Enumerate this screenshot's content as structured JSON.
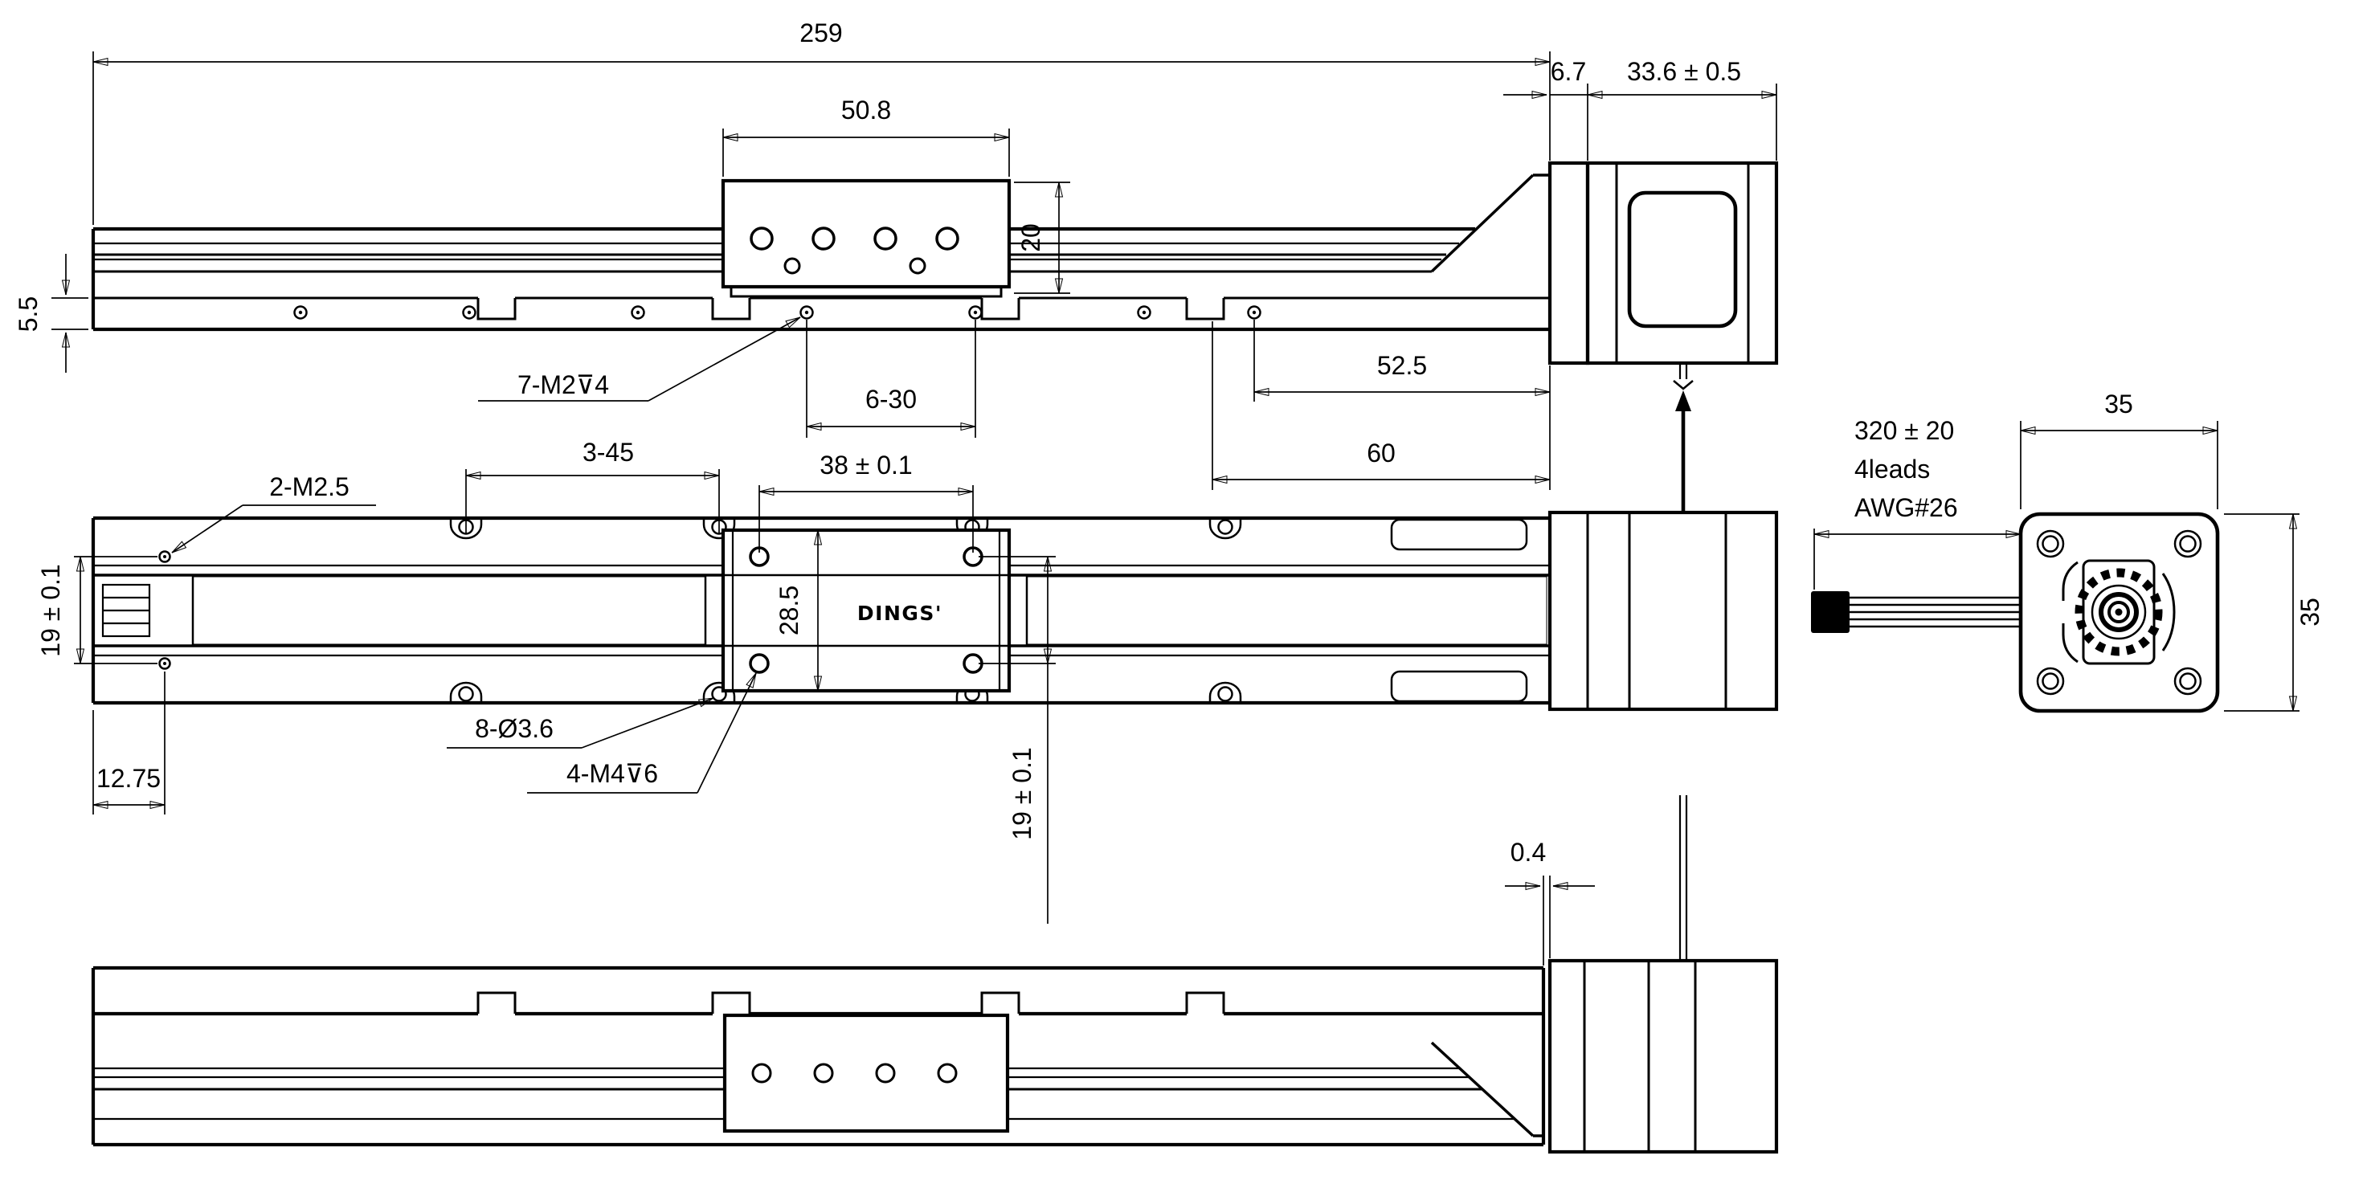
{
  "brand": "DINGS'",
  "side_view": {
    "overall_length": "259",
    "carriage_length": "50.8",
    "adapter_thickness": "6.7",
    "motor_depth": "33.6 ± 0.5",
    "table_height": "20",
    "base_height": "5.5",
    "base_tap_label": "7-M2⊽4",
    "base_hole_pitch": "6-30",
    "sensor_dim_inner": "52.5",
    "sensor_dim_outer": "60"
  },
  "plan_view": {
    "end_tap_label": "2-M2.5",
    "ear_hole_pitch": "3-45",
    "table_hole_pitch_x": "38 ± 0.1",
    "table_width": "28.5",
    "end_hole_pitch": "19 ± 0.1",
    "table_hole_pitch_y": "19 ± 0.1",
    "ear_hole_label": "8-Ø3.6",
    "end_hole_offset": "12.75",
    "table_tap_label": "4-M4⊽6"
  },
  "bottom_view": {
    "motor_gap": "0.4"
  },
  "motor_view": {
    "cable_length": "320 ± 20",
    "cable_leads": "4leads",
    "cable_gauge": "AWG#26",
    "motor_width": "35",
    "motor_height": "35"
  }
}
